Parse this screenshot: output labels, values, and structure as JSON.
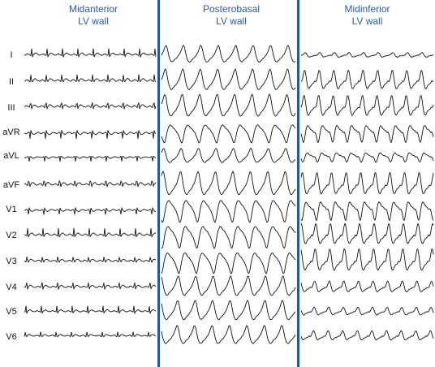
{
  "panels": [
    {
      "title_line1": "Midanterior",
      "title_line2": "LV wall"
    },
    {
      "title_line1": "Posterobasal",
      "title_line2": "LV wall"
    },
    {
      "title_line1": "Midinferior",
      "title_line2": "LV wall"
    }
  ],
  "leads": [
    "I",
    "II",
    "III",
    "aVR",
    "aVL",
    "aVF",
    "V1",
    "V2",
    "V3",
    "V4",
    "V5",
    "V6"
  ],
  "colors": {
    "title": "#2a5ea8",
    "divider": "#2355a8",
    "trace": "#111111"
  }
}
